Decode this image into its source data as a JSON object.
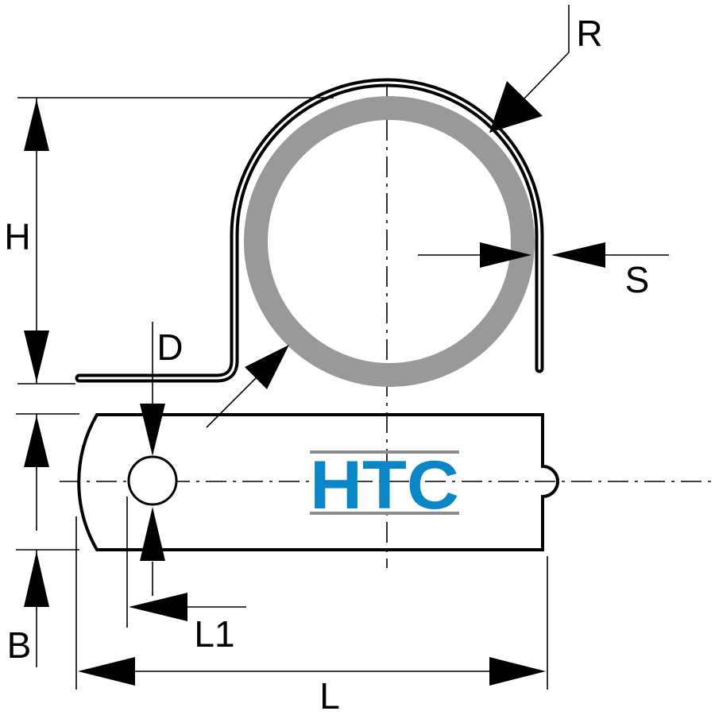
{
  "labels": {
    "r": "R",
    "s": "S",
    "h": "H",
    "d": "D",
    "b": "B",
    "l1": "L1",
    "l": "L"
  },
  "logo": {
    "text": "HTC",
    "text_color": "#0a86c6",
    "rule_color": "#8a8c8e"
  },
  "colors": {
    "outline": "#000000",
    "pipe": "#999999",
    "background": "#ffffff"
  }
}
